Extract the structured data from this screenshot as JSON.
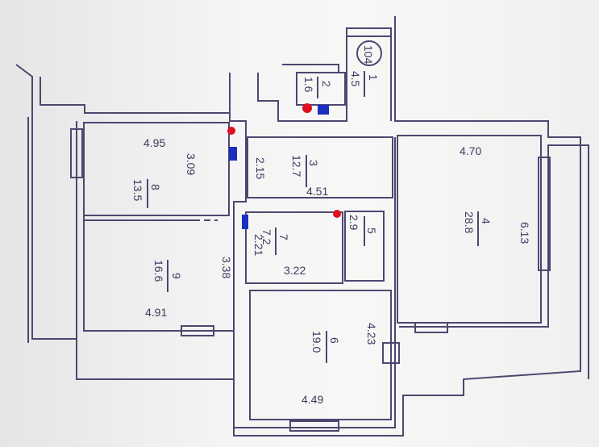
{
  "plan": {
    "apartment_number": "104",
    "rooms": [
      {
        "num": "1",
        "area": "4.5"
      },
      {
        "num": "2",
        "area": "1.6"
      },
      {
        "num": "3",
        "area": "12.7"
      },
      {
        "num": "4",
        "area": "28.8"
      },
      {
        "num": "5",
        "area": "2.9"
      },
      {
        "num": "6",
        "area": "19.0"
      },
      {
        "num": "7",
        "area": "7.2"
      },
      {
        "num": "8",
        "area": "13.5"
      },
      {
        "num": "9",
        "area": "16.6"
      }
    ],
    "dimensions": [
      "4.95",
      "3.09",
      "2.15",
      "4.51",
      "4.70",
      "6.13",
      "2.21",
      "3.22",
      "3.38",
      "4.91",
      "4.23",
      "4.49"
    ],
    "markers": {
      "red": "#e01020",
      "blue": "#1a2fc0"
    }
  }
}
